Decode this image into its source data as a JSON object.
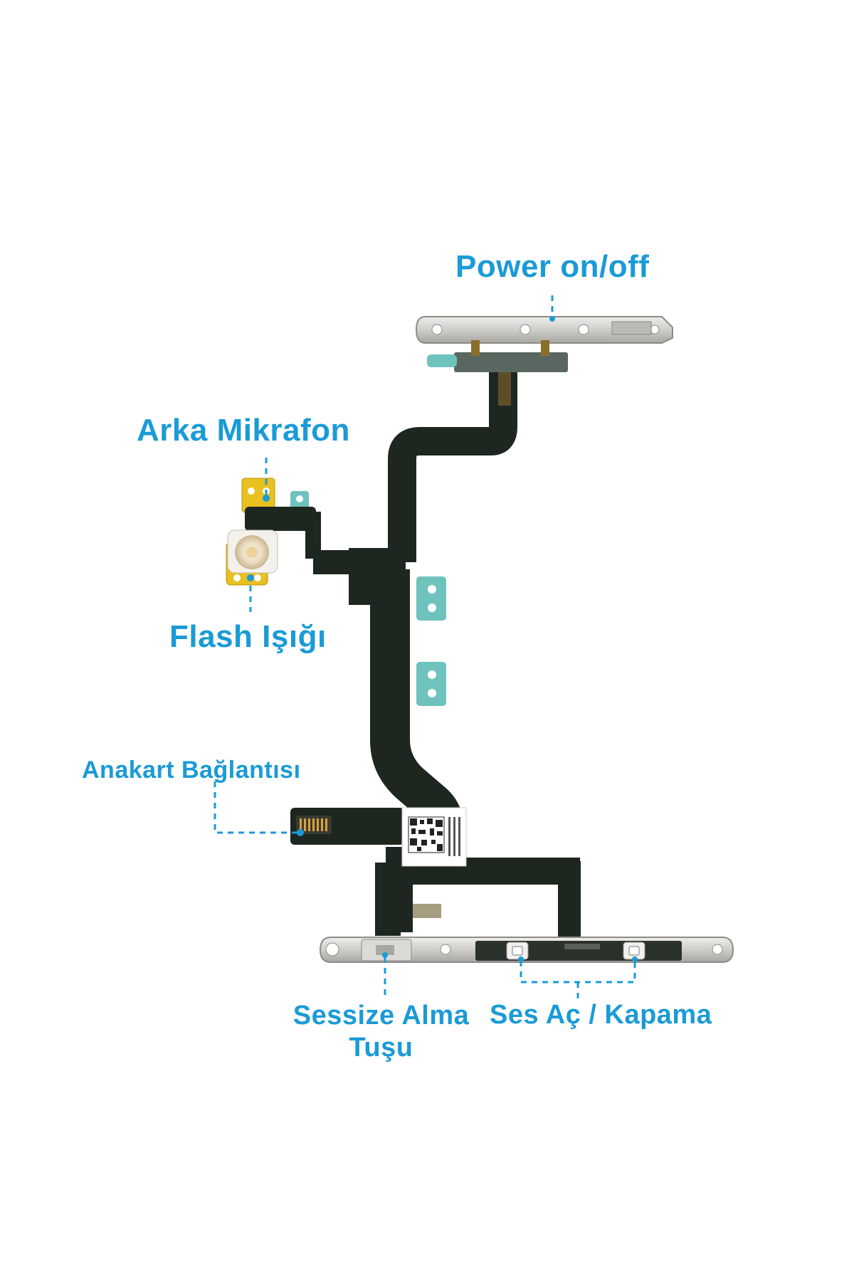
{
  "labels": {
    "power": "Power on/off",
    "rear_mic": "Arka Mikrafon",
    "flash": "Flash Işığı",
    "board_connection": "Anakart Bağlantısı",
    "mute": "Sessize Alma Tuşu",
    "volume": "Ses Aç / Kapama"
  },
  "colors": {
    "label": "#1a9bd6",
    "flex_cable": "#1e2620",
    "metal_bracket": "#d4d2cd",
    "gold_contact": "#e8c020",
    "teal_tab": "#6ec3bd"
  }
}
